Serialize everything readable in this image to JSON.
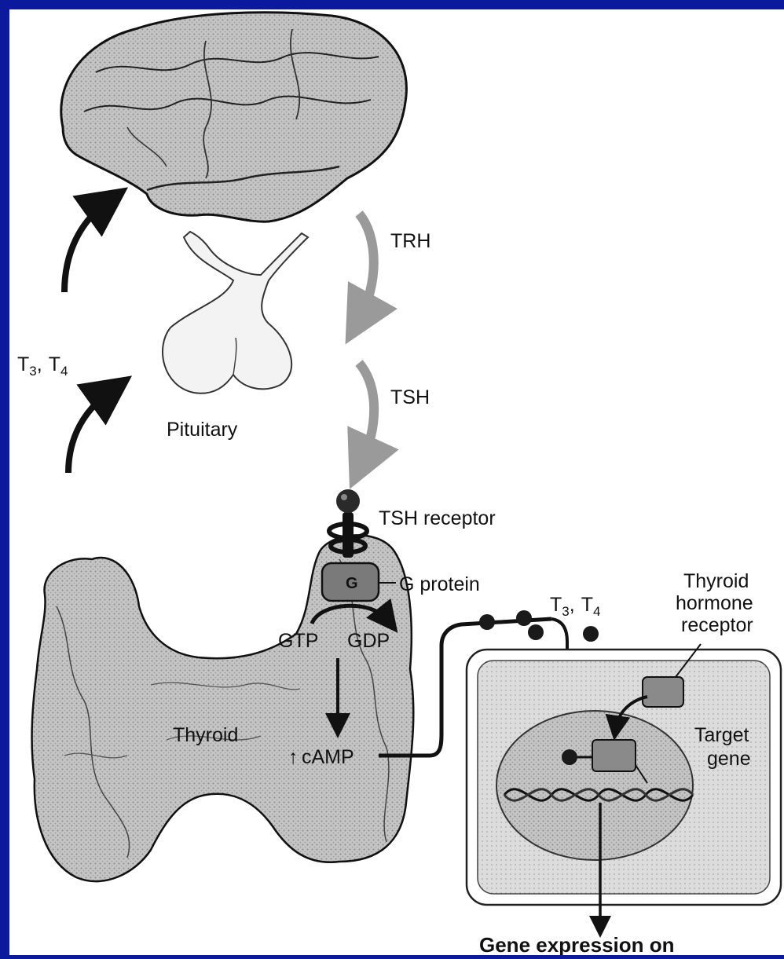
{
  "colors": {
    "slide_border": "#0b1a9c",
    "background": "#ffffff",
    "ink": "#111111",
    "organ_shade": "#b9b9b9",
    "arrow_shade": "#9a9a9a"
  },
  "labels": {
    "trh": "TRH",
    "tsh": "TSH",
    "t3": "T",
    "t3_sub": "3",
    "t4": "T",
    "t4_sub": "4",
    "sep": ",",
    "pituitary": "Pituitary",
    "tsh_receptor": "TSH receptor",
    "g_letter": "G",
    "g_protein": "G protein",
    "thyroid_hormone_receptor_l1": "Thyroid",
    "thyroid_hormone_receptor_l2": "hormone",
    "thyroid_hormone_receptor_l3": "receptor",
    "gtp": "GTP",
    "gdp": "GDP",
    "thyroid": "Thyroid",
    "camp_arrow": "↑",
    "camp": "cAMP",
    "target_gene_l1": "Target",
    "target_gene_l2": "gene",
    "gene_expression": "Gene expression on"
  },
  "icons": [
    "brain-icon",
    "pituitary-icon",
    "thyroid-gland-icon",
    "tsh-receptor-icon",
    "target-cell-icon",
    "dna-helix-icon"
  ]
}
